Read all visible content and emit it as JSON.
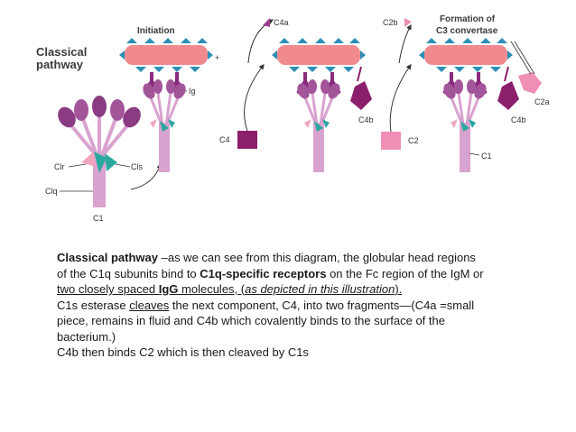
{
  "diagram": {
    "title_line1": "Classical",
    "title_line2": "pathway",
    "initiation": "Initiation",
    "formation_line1": "Formation of",
    "formation_line2": "C3 convertase",
    "plus": "+",
    "labels": {
      "c4a": "C4a",
      "c2b": "C2b",
      "ig": "Ig",
      "c4": "C4",
      "c4b_mid": "C4b",
      "c2": "C2",
      "c4b_right": "C4b",
      "c2a": "C2a",
      "c1_right": "C1",
      "clr": "Clr",
      "cls": "Cls",
      "clq": "Clq",
      "c1_left": "C1"
    },
    "colors": {
      "bacterium": "#f08a8f",
      "receptor": "#2d8fb5",
      "igg": "#8a2a7e",
      "c1q_head": "#a3559a",
      "c1_stalk": "#d9a3cf",
      "c1r": "#f2a6bd",
      "c1s": "#2aa8a0",
      "c4": "#8b1f6b",
      "c2": "#ef8fb6",
      "c4a": "#a03c8f",
      "c2b": "#ef8fb6",
      "arrow": "#333333"
    }
  },
  "caption": {
    "line1_bold": "Classical pathway",
    "line1_rest": " –as we can see from this diagram, the globular head regions",
    "line2_a": "of the C1q subunits bind to ",
    "line2_bold": "C1q-specific receptors",
    "line2_b": " on the Fc region of the IgM or",
    "line3_u1": "two closely spaced ",
    "line3_bold": "IgG",
    "line3_u2": " molecules, (",
    "line3_italic": "as depicted in this illustration",
    "line3_u3": ").",
    "line4_a": "C1s esterase ",
    "line4_u": "cleaves",
    "line4_b": " the next component, C4, into two fragments—(C4a =small",
    "line5": "piece, remains in fluid and C4b which covalently binds to the surface of the",
    "line6": "bacterium.)",
    "line7": "C4b then binds C2 which is then cleaved by C1s"
  }
}
